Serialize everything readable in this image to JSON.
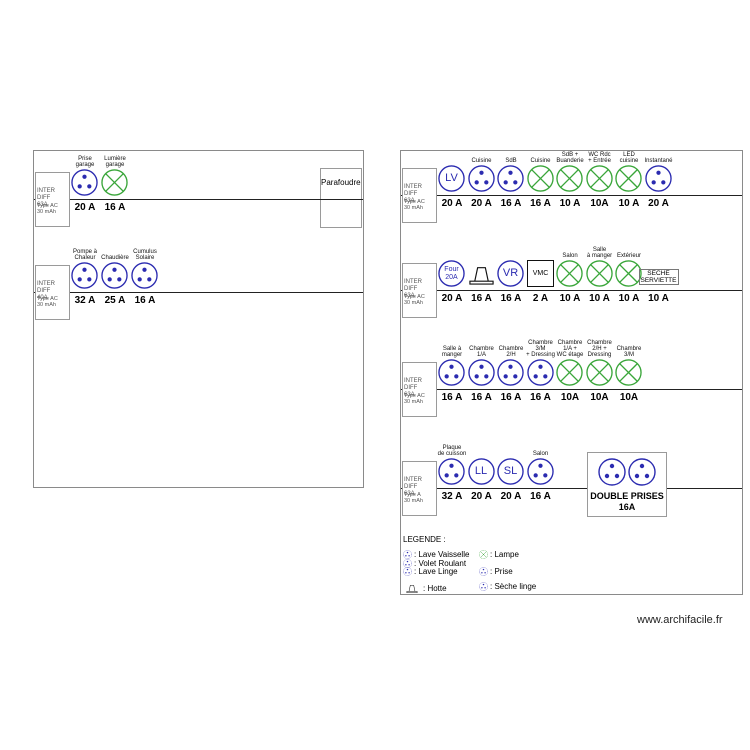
{
  "colors": {
    "socket": "#2b2bb0",
    "lamp": "#3aa63a",
    "frame": "#8a8a8a"
  },
  "left_panel": {
    "parafoudre": "Parafoudre",
    "rows": [
      {
        "inter": {
          "line1": "INTER DIFF\n63A",
          "line2": "Type AC\n30 mAh"
        },
        "items": [
          {
            "type": "socket",
            "label": "Prise\ngarage",
            "amp": "20 A"
          },
          {
            "type": "lamp",
            "label": "Lumière\ngarage",
            "amp": "16 A"
          }
        ]
      },
      {
        "inter": {
          "line1": "INTER DIFF\n40A",
          "line2": "Type AC\n30 mAh"
        },
        "items": [
          {
            "type": "socket",
            "label": "Pompe à\nChaleur",
            "amp": "32 A"
          },
          {
            "type": "socket",
            "label": "Chaudière",
            "amp": "25 A"
          },
          {
            "type": "socket",
            "label": "Cumulus\nSolaire",
            "amp": "16 A"
          }
        ]
      }
    ]
  },
  "right_panel": {
    "rows": [
      {
        "inter": {
          "line1": "INTER DIFF\n63A",
          "line2": "Type AC\n30 mAh"
        },
        "items": [
          {
            "type": "text",
            "text": "LV",
            "label": "",
            "amp": "20 A"
          },
          {
            "type": "socket",
            "label": "Cuisine",
            "amp": "20 A"
          },
          {
            "type": "socket",
            "label": "SdB",
            "amp": "16 A"
          },
          {
            "type": "lamp",
            "label": "Cuisine",
            "amp": "16 A"
          },
          {
            "type": "lamp",
            "label": "SdB +\nBuanderie",
            "amp": "10 A"
          },
          {
            "type": "lamp",
            "label": "WC Rdc\n+ Entrée",
            "amp": "10A"
          },
          {
            "type": "lamp",
            "label": "LED\ncuisine",
            "amp": "10 A"
          },
          {
            "type": "socket",
            "label": "Instantané",
            "amp": "20 A"
          }
        ]
      },
      {
        "inter": {
          "line1": "INTER DIFF\n63A",
          "line2": "Type AC\n30 mAh"
        },
        "items": [
          {
            "type": "text",
            "text": "Four\n20A",
            "label": "",
            "amp": "20 A"
          },
          {
            "type": "hood",
            "label": "",
            "amp": "16 A"
          },
          {
            "type": "text",
            "text": "VR",
            "label": "",
            "amp": "16 A"
          },
          {
            "type": "vmc",
            "text": "VMC",
            "label": "",
            "amp": "2 A"
          },
          {
            "type": "lamp",
            "label": "Salon",
            "amp": "10 A"
          },
          {
            "type": "lamp",
            "label": "Salle\nà manger",
            "amp": "10 A"
          },
          {
            "type": "lamp",
            "label": "Extérieur",
            "amp": "10 A"
          },
          {
            "type": "seche",
            "text": "SECHE\nSERVIETTE",
            "label": "",
            "amp": "10 A"
          }
        ]
      },
      {
        "inter": {
          "line1": "INTER DIFF\n63A",
          "line2": "Type AC\n30 mAh"
        },
        "items": [
          {
            "type": "socket",
            "label": "Salle à\nmanger",
            "amp": "16 A"
          },
          {
            "type": "socket",
            "label": "Chambre\n1/A",
            "amp": "16 A"
          },
          {
            "type": "socket",
            "label": "Chambre\n2/H",
            "amp": "16 A"
          },
          {
            "type": "socket",
            "label": "Chambre\n3/M\n+ Dressing",
            "amp": "16 A"
          },
          {
            "type": "lamp",
            "label": "Chambre\n1/A +\nWC étage",
            "amp": "10A"
          },
          {
            "type": "lamp",
            "label": "Chambre\n2/H +\nDressing",
            "amp": "10A"
          },
          {
            "type": "lamp",
            "label": "Chambre\n3/M",
            "amp": "10A"
          }
        ]
      },
      {
        "inter": {
          "line1": "INTER DIFF\n63A",
          "line2": "Type A\n30 mAh"
        },
        "items": [
          {
            "type": "socket",
            "label": "Plaque\nde cuisson",
            "amp": "32 A"
          },
          {
            "type": "text",
            "text": "LL",
            "label": "",
            "amp": "20 A"
          },
          {
            "type": "text",
            "text": "SL",
            "label": "",
            "amp": "20 A"
          },
          {
            "type": "socket",
            "label": "Salon",
            "amp": "16 A"
          }
        ],
        "double": {
          "label": "DOUBLE PRISES",
          "amp": "16A"
        }
      }
    ],
    "legend": {
      "title": "LEGENDE :",
      "items": [
        "Lave Vaisselle",
        "Lampe",
        "Volet Roulant",
        "Lave Linge",
        "Prise",
        "Hotte",
        "Sèche linge"
      ]
    }
  },
  "watermark": "www.archifacile.fr"
}
